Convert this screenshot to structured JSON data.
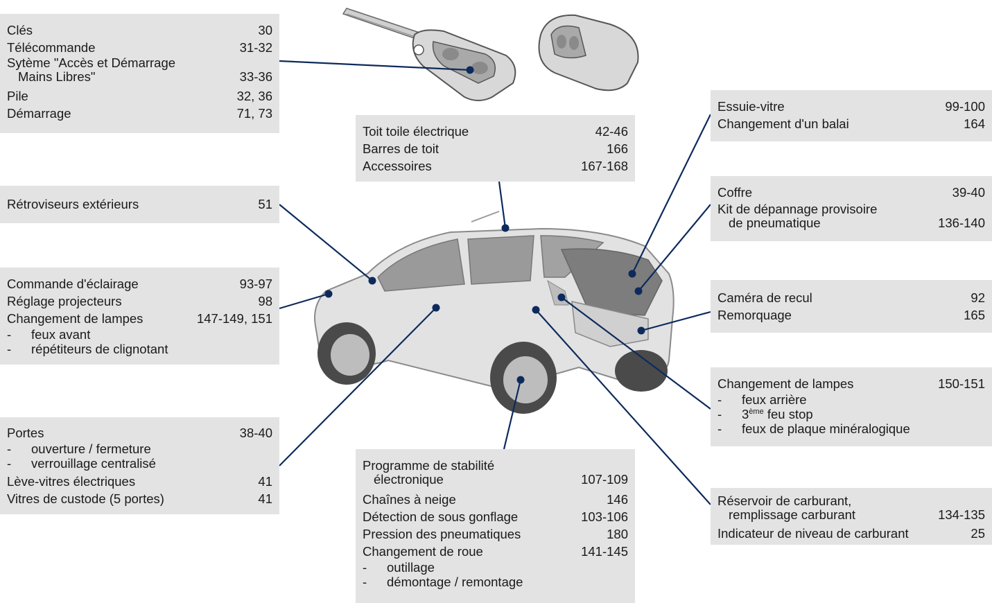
{
  "boxes": {
    "keys": {
      "rows": [
        {
          "t": "Clés",
          "p": "30"
        },
        {
          "t": "Télécommande",
          "p": "31-32"
        },
        {
          "t": "Sytème \"Accès et Démarrage",
          "p": ""
        },
        {
          "t": "Mains Libres\"",
          "p": "33-36"
        },
        {
          "t": "Pile",
          "p": "32, 36"
        },
        {
          "t": "Démarrage",
          "p": "71, 73"
        }
      ]
    },
    "mirrors": {
      "rows": [
        {
          "t": "Rétroviseurs extérieurs",
          "p": "51"
        }
      ]
    },
    "lighting": {
      "rows": [
        {
          "t": "Commande d'éclairage",
          "p": "93-97"
        },
        {
          "t": "Réglage projecteurs",
          "p": "98"
        },
        {
          "t": "Changement de lampes",
          "p": "147-149, 151"
        }
      ],
      "subs": [
        "feux avant",
        "répétiteurs de clignotant"
      ]
    },
    "doors": {
      "rows": [
        {
          "t": "Portes",
          "p": "38-40"
        }
      ],
      "subs": [
        "ouverture / fermeture",
        "verrouillage centralisé"
      ],
      "rows2": [
        {
          "t": "Lève-vitres électriques",
          "p": "41"
        },
        {
          "t": "Vitres de custode (5 portes)",
          "p": "41"
        }
      ]
    },
    "roof": {
      "rows": [
        {
          "t": "Toit toile électrique",
          "p": "42-46"
        },
        {
          "t": "Barres de toit",
          "p": "166"
        },
        {
          "t": "Accessoires",
          "p": "167-168"
        }
      ]
    },
    "stability": {
      "rows": [
        {
          "t": "Programme de stabilité",
          "p": ""
        },
        {
          "t": "électronique",
          "p": "107-109"
        },
        {
          "t": "Chaînes à neige",
          "p": "146"
        },
        {
          "t": "Détection de sous gonflage",
          "p": "103-106"
        },
        {
          "t": "Pression des pneumatiques",
          "p": "180"
        },
        {
          "t": "Changement de roue",
          "p": "141-145"
        }
      ],
      "subs": [
        "outillage",
        "démontage / remontage"
      ]
    },
    "wiper": {
      "rows": [
        {
          "t": "Essuie-vitre",
          "p": "99-100"
        },
        {
          "t": "Changement d'un balai",
          "p": "164"
        }
      ]
    },
    "boot": {
      "rows": [
        {
          "t": "Coffre",
          "p": "39-40"
        },
        {
          "t": "Kit de dépannage provisoire",
          "p": ""
        },
        {
          "t": "de pneumatique",
          "p": "136-140"
        }
      ]
    },
    "camera": {
      "rows": [
        {
          "t": "Caméra de recul",
          "p": "92"
        },
        {
          "t": "Remorquage",
          "p": "165"
        }
      ]
    },
    "rearlamps": {
      "rows": [
        {
          "t": "Changement de lampes",
          "p": "150-151"
        }
      ],
      "sub1": "feux arrière",
      "sub2_num": "3",
      "sub2_sup": "ème",
      "sub2_rest": " feu stop",
      "sub3": "feux de plaque minéralogique"
    },
    "fuel": {
      "rows": [
        {
          "t": "Réservoir de carburant,",
          "p": ""
        },
        {
          "t": "remplissage carburant",
          "p": "134-135"
        },
        {
          "t": "Indicateur de niveau de carburant",
          "p": "25"
        }
      ]
    }
  },
  "dash": "-",
  "colors": {
    "panel": "#e3e3e3",
    "leader": "#0d2a5c",
    "text": "#1a1a1a"
  }
}
